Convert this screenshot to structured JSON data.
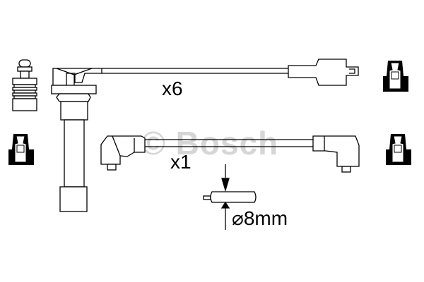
{
  "diagram": {
    "watermark": "© Bosch",
    "long_lead": {
      "quantity_label": "x6"
    },
    "short_lead": {
      "quantity_label": "x1"
    },
    "cable": {
      "diameter_label": "⌀8mm"
    },
    "parts": [
      "spark-plug-terminal-nut",
      "straight-plug-boot-lead",
      "angled-boot-lead",
      "rubber-seal-cap"
    ],
    "colors": {
      "line": "#000000",
      "watermark": "#d6d6d6",
      "background": "#ffffff"
    }
  }
}
